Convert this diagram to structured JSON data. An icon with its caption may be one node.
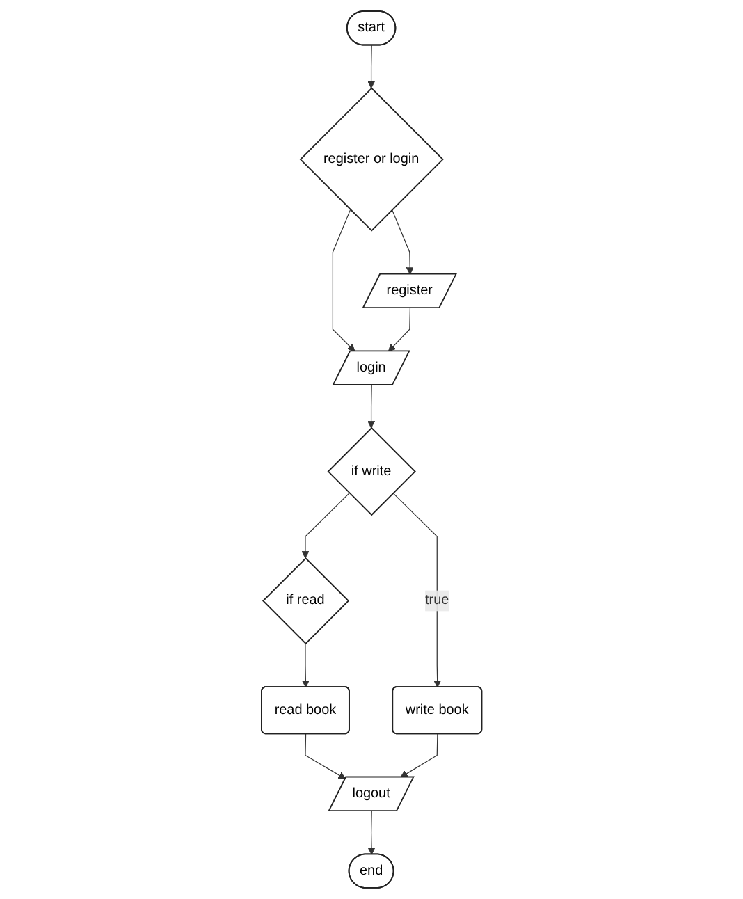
{
  "diagram": {
    "nodes": [
      {
        "text": [
          "start"
        ]
      },
      {
        "text": [
          "register or login"
        ]
      },
      {
        "text": [
          "register"
        ]
      },
      {
        "text": [
          "login"
        ]
      },
      {
        "text": [
          "if read"
        ]
      },
      {
        "text": [
          "if write"
        ]
      },
      {
        "text": [
          "write book"
        ]
      },
      {
        "text": [
          "read book"
        ]
      },
      {
        "text": [
          "logout"
        ]
      },
      {
        "text": [
          "end"
        ]
      }
    ],
    "edges": [
      {
        "from": 0,
        "to": 1,
        "arrow": "to"
      },
      {
        "from": 1,
        "to": 2,
        "arrow": "to"
      },
      {
        "from": 1,
        "to": 3,
        "arrow": "to"
      },
      {
        "from": 2,
        "to": 3,
        "arrow": "to"
      },
      {
        "from": 3,
        "to": 5,
        "arrow": "to"
      },
      {
        "from": 5,
        "to": 4,
        "arrow": "to"
      },
      {
        "from": 5,
        "to": 6,
        "arrow": "to",
        "label": "true"
      },
      {
        "from": 4,
        "to": 7,
        "arrow": "to"
      },
      {
        "from": 7,
        "to": 8,
        "arrow": "to"
      },
      {
        "from": 6,
        "to": 8,
        "arrow": "to"
      },
      {
        "from": 8,
        "to": 9,
        "arrow": "to"
      }
    ]
  }
}
